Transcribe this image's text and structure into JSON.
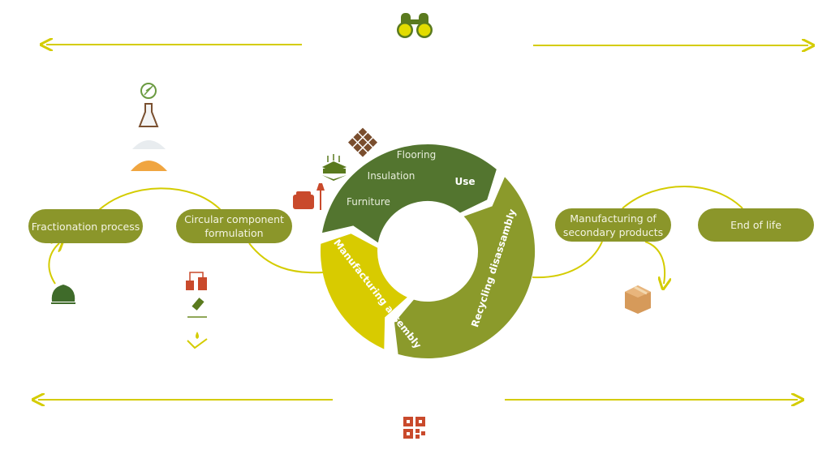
{
  "colors": {
    "use": "#53752f",
    "recycling": "#8b9a2b",
    "manufacturing": "#d8cb00",
    "pill": "#8b962a",
    "line": "#d4cc00",
    "icon_red": "#c94a2c"
  },
  "cycle": {
    "use": {
      "label": "Use",
      "items": [
        "Flooring",
        "Insulation",
        "Furniture"
      ]
    },
    "recycling": {
      "label": "Recycling disassambly"
    },
    "manufacturing": {
      "label": "Manufacturing assembly"
    }
  },
  "steps": {
    "fractionation": "Fractionation process",
    "circular_line1": "Circular component",
    "circular_line2": "formulation",
    "secondary_line1": "Manufacturing of",
    "secondary_line2": "secondary products",
    "end_of_life": "End of life"
  },
  "icons": [
    "binoculars-icon",
    "qr-code-icon",
    "fiber-icon",
    "flask-icon",
    "white-powder-icon",
    "orange-powder-icon",
    "plant-icon",
    "refinery-icon",
    "glue-bottle-icon",
    "drop-recycle-icon",
    "floor-tiles-icon",
    "insulation-panel-icon",
    "armchair-lamp-icon",
    "cardboard-box-icon"
  ]
}
